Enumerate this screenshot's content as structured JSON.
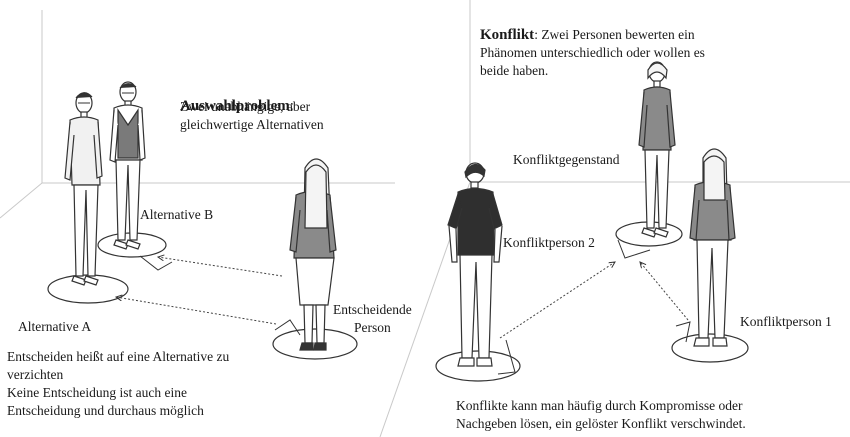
{
  "left_scene": {
    "title_bold": "Auswahlproblem",
    "title_suffix": ":",
    "description": "Zwei unabhängige, aber\ngleichwertige Alternativen",
    "alternative_a_label": "Alternative A",
    "alternative_b_label": "Alternative B",
    "decider_label": "Entscheidende\nPerson",
    "note": "Entscheiden heißt auf eine Alternative zu\nverzichten\nKeine Entscheidung ist auch eine\nEntscheidung und durchaus möglich"
  },
  "right_scene": {
    "title_bold": "Konflikt",
    "description_inline": ": Zwei Personen bewerten ein\nPhänomen unterschiedlich oder wollen es\nbeide haben.",
    "subject_label": "Konfliktgegenstand",
    "person2_label": "Konfliktperson 2",
    "person1_label": "Konfliktperson 1",
    "note": "Konflikte kann man häufig durch Kompromisse oder\nNachgeben lösen, ein gelöster Konflikt verschwindet."
  },
  "colors": {
    "line": "#333333",
    "room_line": "#c8c8c8",
    "shirt_grey": "#8a8a8a",
    "shirt_dark": "#2f2f2f",
    "skin": "#ffffff",
    "hair_light": "#f2f2f2"
  }
}
